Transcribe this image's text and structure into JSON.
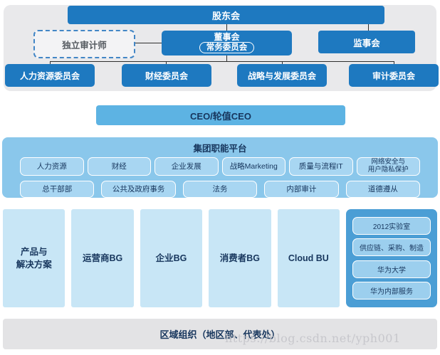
{
  "org_chart": {
    "shareholders": "股东会",
    "independent_auditor": "独立审计师",
    "board": "董事会",
    "standing_committee": "常务委员会",
    "supervisory_board": "监事会",
    "committees": [
      "人力资源委员会",
      "财经委员会",
      "战略与发展委员会",
      "审计委员会"
    ],
    "ceo": "CEO/轮值CEO",
    "platform": {
      "title": "集团职能平台",
      "row1": [
        "人力资源",
        "财经",
        "企业发展",
        "战略Marketing",
        "质量与流程IT",
        "网络安全与\n用户隐私保护"
      ],
      "row2": [
        "总干部部",
        "公共及政府事务",
        "法务",
        "内部审计",
        "道德遵从"
      ]
    },
    "business_groups": [
      "产品与\n解决方案",
      "运营商BG",
      "企业BG",
      "消费者BG",
      "Cloud BU"
    ],
    "support_units": [
      "2012实验室",
      "供应链、采购、制造",
      "华为大学",
      "华为内部服务"
    ],
    "regional_org": "区域组织（地区部、代表处）"
  },
  "watermark": "https://blog.csdn.net/yph001",
  "colors": {
    "primary_blue": "#1e79c0",
    "ceo_blue": "#5db3e3",
    "platform_bg_blue": "#8ac7eb",
    "platform_box_blue": "#a8d6f2",
    "business_group_blue": "#c8e6f6",
    "support_panel_blue": "#4b9ed5",
    "support_pill_blue": "#9ccfee",
    "dark_text": "#17365d",
    "panel_gray": "#e9e9eb",
    "regional_bar_gray": "#e3e3e5"
  }
}
